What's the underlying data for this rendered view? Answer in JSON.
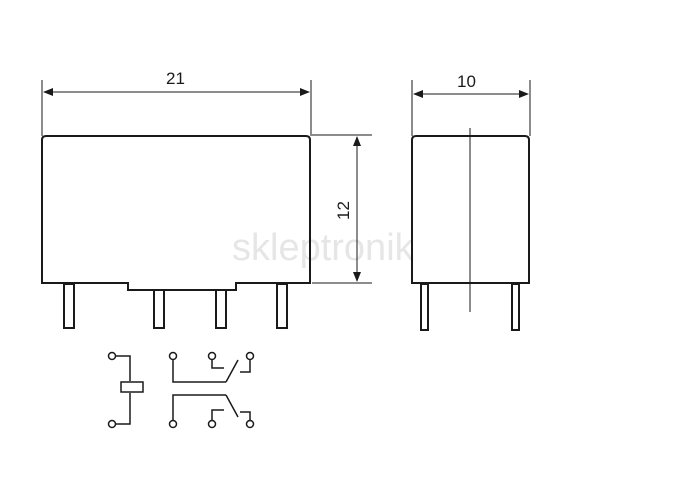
{
  "watermark": "skleptronik",
  "dimensions": {
    "front_width": "21",
    "height": "12",
    "side_width": "10"
  },
  "colors": {
    "line": "#1a1a1a",
    "watermark": "#e6e6e6",
    "background": "#ffffff"
  },
  "relay_views": [
    "front-view",
    "side-view",
    "contact-schematic"
  ],
  "pins": {
    "front": 4,
    "side": 2
  }
}
